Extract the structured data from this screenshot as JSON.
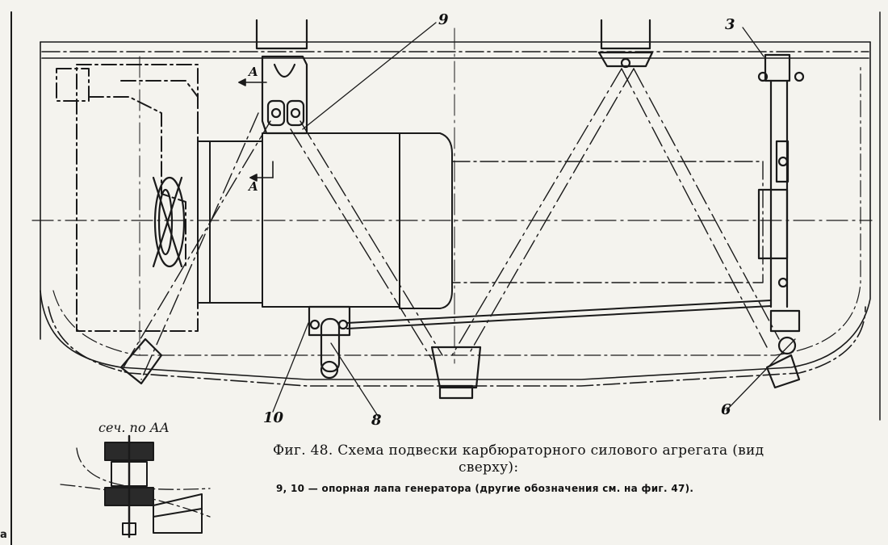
{
  "figure": {
    "caption_title_line1": "Фиг. 48. Схема подвески карбюраторного силового агрегата (вид",
    "caption_title_line2": "сверху):",
    "caption_note": "9, 10 — опорная лапа генератора (другие обозначения см. на фиг. 47).",
    "section_label": "сеч. по АА"
  },
  "callouts": {
    "n9": "9",
    "n3": "3",
    "n10": "10",
    "n8": "8",
    "n6": "6",
    "sectionA_top": "A",
    "sectionA_bottom": "A"
  },
  "edge_mark": "а",
  "colors": {
    "ink": "#1a1a1a",
    "paper": "#f4f3ee"
  }
}
